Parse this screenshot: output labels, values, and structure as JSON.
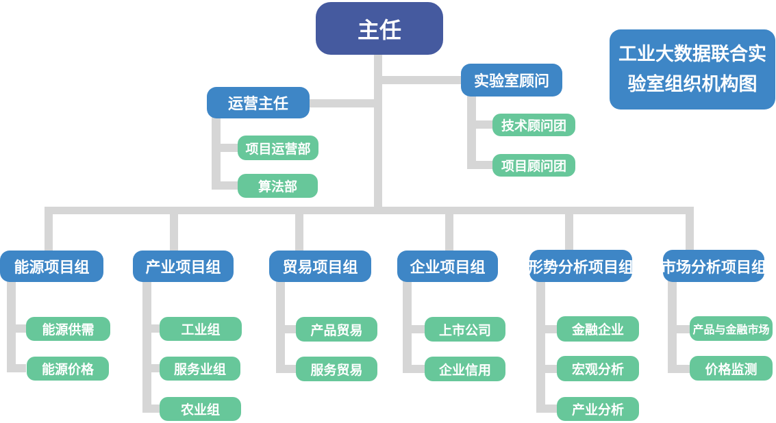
{
  "title_box": {
    "text": "工业大数据联合实验室组织机构图"
  },
  "root": {
    "label": "主任"
  },
  "staff_branches": [
    {
      "label": "运营主任",
      "children": [
        "项目运营部",
        "算法部"
      ]
    },
    {
      "label": "实验室顾问",
      "children": [
        "技术顾问团",
        "项目顾问团"
      ]
    }
  ],
  "groups": [
    {
      "label": "能源项目组",
      "children": [
        "能源供需",
        "能源价格"
      ]
    },
    {
      "label": "产业项目组",
      "children": [
        "工业组",
        "服务业组",
        "农业组"
      ]
    },
    {
      "label": "贸易项目组",
      "children": [
        "产品贸易",
        "服务贸易"
      ]
    },
    {
      "label": "企业项目组",
      "children": [
        "上市公司",
        "企业信用"
      ]
    },
    {
      "label": "形势分析项目组",
      "children": [
        "金融企业",
        "宏观分析",
        "产业分析"
      ]
    },
    {
      "label": "市场分析项目组",
      "children": [
        "产品与金融市场",
        "价格监测"
      ]
    }
  ],
  "colors": {
    "root_blue": "#455A9F",
    "node_blue": "#3E86C6",
    "node_green": "#67C79A",
    "connector_gray": "#D6D6D6",
    "text": "#FFFFFF"
  }
}
